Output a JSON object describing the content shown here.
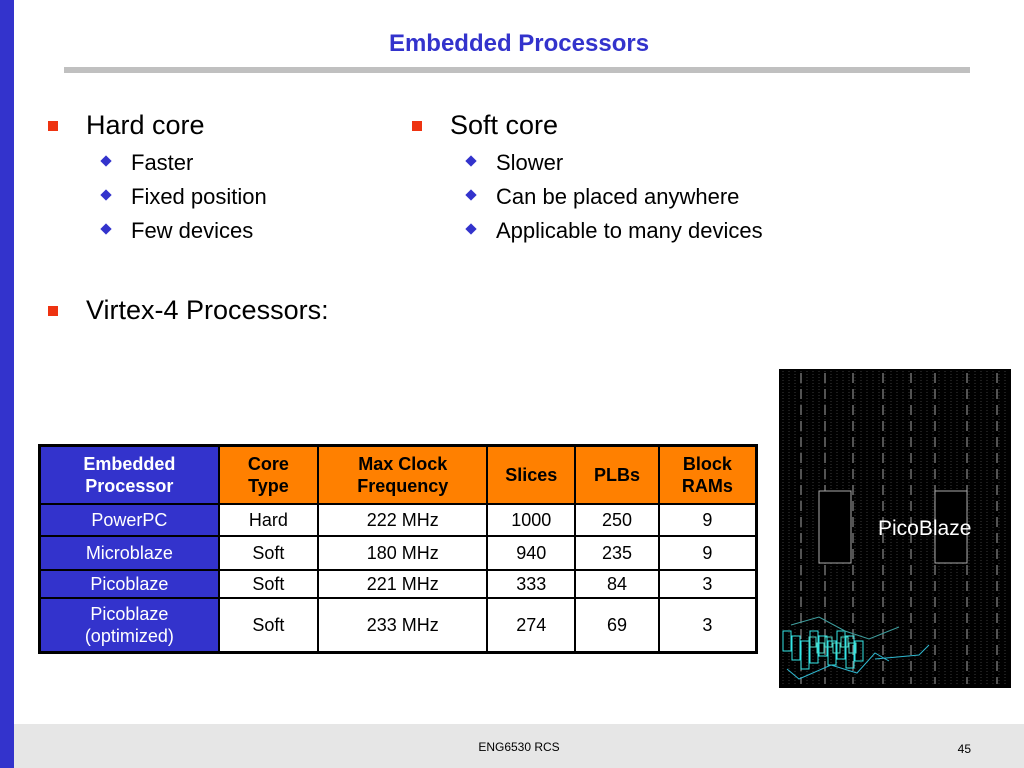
{
  "slide": {
    "title": "Embedded Processors",
    "accent_color": "#3333cc",
    "header_color": "#ff8000",
    "bullet_color": "#ee3311"
  },
  "left_column": {
    "heading": "Hard core",
    "items": [
      "Faster",
      "Fixed position",
      "Few devices"
    ]
  },
  "right_column": {
    "heading": "Soft core",
    "items": [
      "Slower",
      "Can be placed anywhere",
      "Applicable to many devices"
    ]
  },
  "third_bullet": "Virtex-4 Processors:",
  "table": {
    "headers": [
      [
        "Embedded",
        "Processor"
      ],
      [
        "Core",
        "Type"
      ],
      [
        "Max Clock",
        "Frequency"
      ],
      [
        "Slices"
      ],
      [
        "PLBs"
      ],
      [
        "Block",
        "RAMs"
      ]
    ],
    "rows": [
      [
        [
          "PowerPC"
        ],
        "Hard",
        "222 MHz",
        "1000",
        "250",
        "9"
      ],
      [
        [
          "Microblaze"
        ],
        "Soft",
        "180 MHz",
        "940",
        "235",
        "9"
      ],
      [
        [
          "Picoblaze"
        ],
        "Soft",
        "221 MHz",
        "333",
        "84",
        "3"
      ],
      [
        [
          "Picoblaze",
          "(optimized)"
        ],
        "Soft",
        "233 MHz",
        "274",
        "69",
        "3"
      ]
    ]
  },
  "image": {
    "label": "PicoBlaze",
    "icon": "fpga-floorplan-image"
  },
  "footer": {
    "course": "ENG6530 RCS",
    "page_number": "45"
  }
}
